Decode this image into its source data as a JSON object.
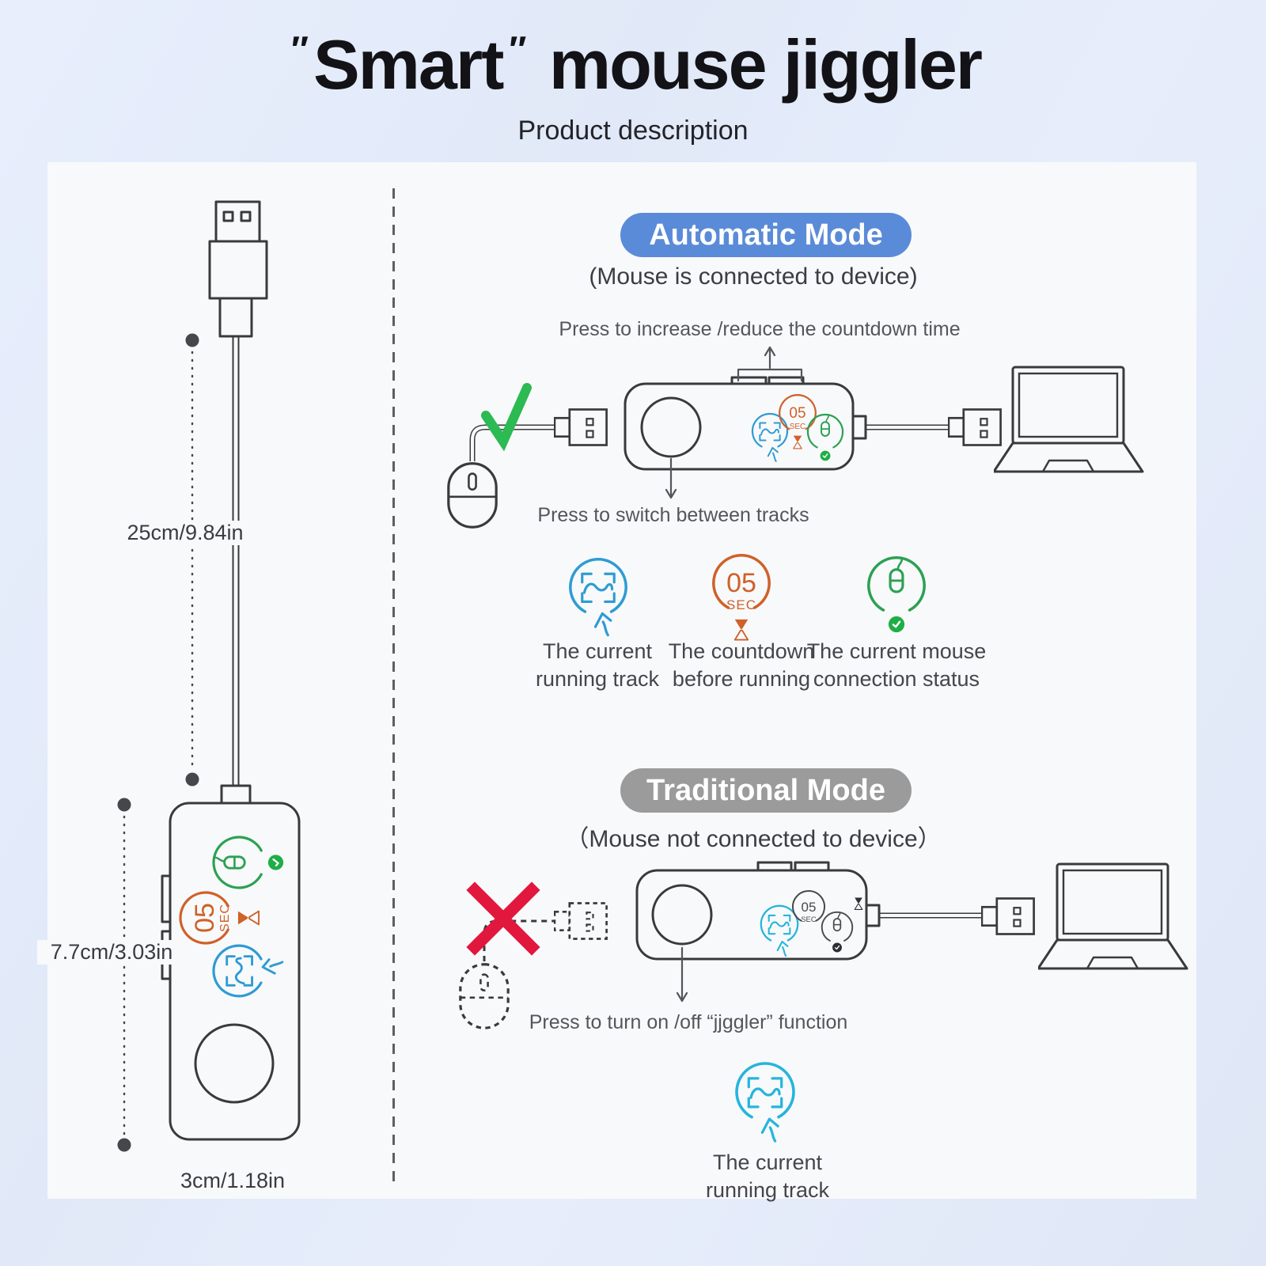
{
  "header": {
    "quote_left": "″",
    "title_word": "Smart",
    "quote_right": "″",
    "title_rest": " mouse jiggler",
    "subtitle": "Product description"
  },
  "dimensions": {
    "cable": "25cm/9.84in",
    "body": "7.7cm/3.03in",
    "width": "3cm/1.18in"
  },
  "countdown": {
    "value": "05",
    "unit": "SEC"
  },
  "auto": {
    "badge": "Automatic Mode",
    "note": "(Mouse is connected to device)",
    "top_annotation": "Press to increase /reduce the countdown time",
    "bottom_annotation": "Press to switch between tracks",
    "legend_track": "The current running track",
    "legend_countdown": "The countdown before running",
    "legend_mouse": "The current mouse connection status"
  },
  "trad": {
    "badge": "Traditional Mode",
    "note": "（Mouse not connected to device）",
    "annotation": "Press to turn on /off “jjggler” function",
    "legend_track": "The current running track"
  },
  "icons": [
    "track-icon",
    "countdown-icon",
    "mouse-status-icon",
    "hourglass-icon",
    "cursor-icon",
    "check-icon",
    "cross-icon",
    "badge-check-icon",
    "usb-plug-icon",
    "mouse-icon",
    "laptop-icon"
  ],
  "colors": {
    "bg": "#e3eafa",
    "panel": "#f8f9fb",
    "pill-blue": "#5a8bd8",
    "pill-gray": "#9b9b9b",
    "blue": "#2e9bd3",
    "cyan": "#25b5dc",
    "orange": "#cf6129",
    "green": "#2ba152",
    "badge-green": "#1fae46",
    "check-green": "#2cba52",
    "red": "#e2173d"
  }
}
